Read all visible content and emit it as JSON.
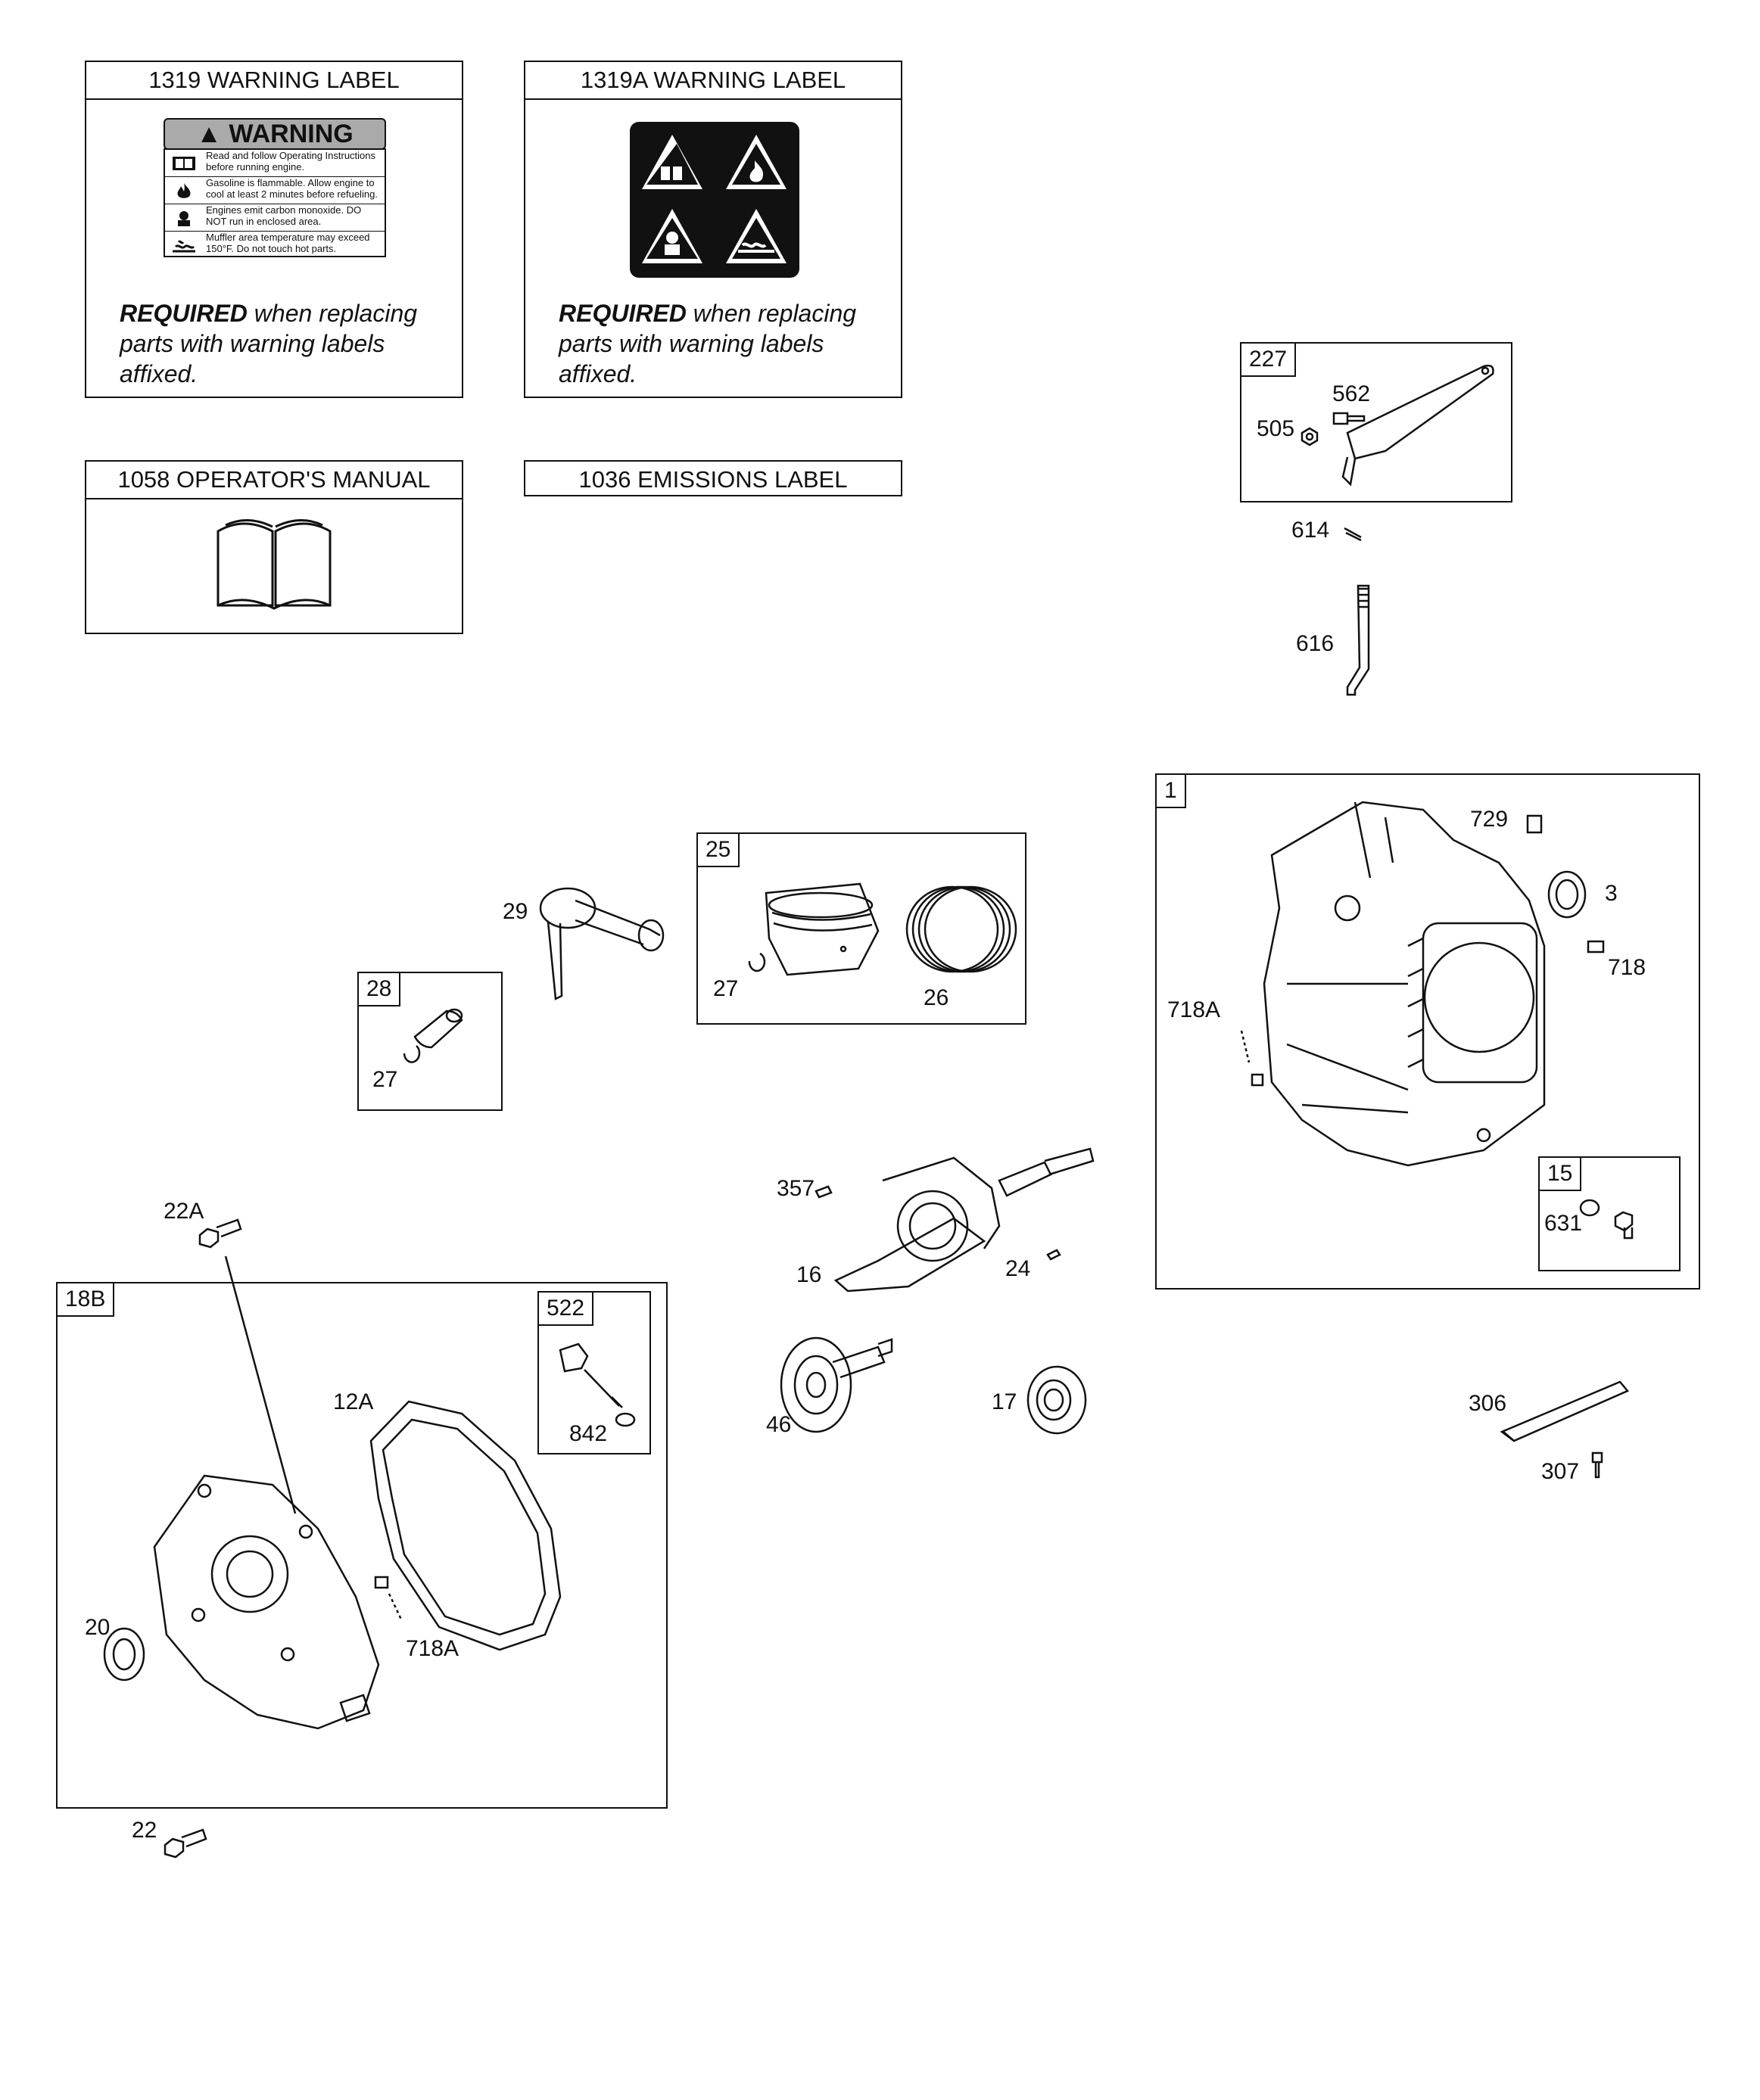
{
  "labels": {
    "warning_1319": {
      "title": "1319 WARNING LABEL",
      "sign_header": "WARNING",
      "sign_rows": [
        "Read and follow Operating Instructions before running engine.",
        "Gasoline is flammable. Allow engine to cool at least 2 minutes before refueling.",
        "Engines emit carbon monoxide. DO NOT run in enclosed area.",
        "Muffler area temperature may exceed 150°F. Do not touch hot parts."
      ],
      "required_bold": "REQUIRED",
      "required_rest": "when replacing parts with warning labels affixed."
    },
    "warning_1319A": {
      "title": "1319A WARNING LABEL",
      "required_bold": "REQUIRED",
      "required_rest": "when replacing parts with warning labels affixed."
    },
    "manual_1058": {
      "title": "1058 OPERATOR'S MANUAL"
    },
    "emissions_1036": {
      "title": "1036 EMISSIONS LABEL"
    }
  },
  "kits": {
    "k227": "227",
    "k1": "1",
    "k15": "15",
    "k25": "25",
    "k28": "28",
    "k18B": "18B",
    "k522": "522"
  },
  "callouts": {
    "c562": "562",
    "c505": "505",
    "c614": "614",
    "c616": "616",
    "c729": "729",
    "c3": "3",
    "c718": "718",
    "c718A_block": "718A",
    "c631": "631",
    "c29": "29",
    "c27_piston": "27",
    "c26": "26",
    "c27_pin": "27",
    "c357": "357",
    "c16": "16",
    "c24": "24",
    "c46": "46",
    "c17": "17",
    "c306": "306",
    "c307": "307",
    "c22A": "22A",
    "c12A": "12A",
    "c842": "842",
    "c20": "20",
    "c718A_cover": "718A",
    "c22": "22"
  }
}
